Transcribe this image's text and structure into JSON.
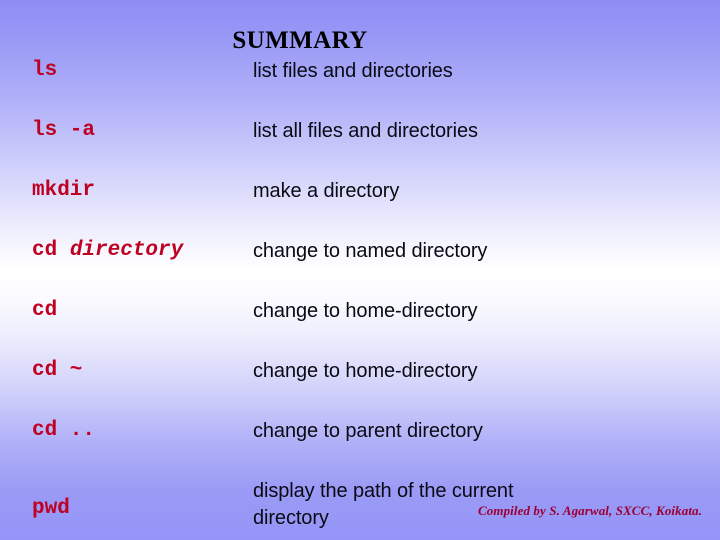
{
  "slide": {
    "title": "SUMMARY",
    "background": {
      "type": "linear-gradient-vertical",
      "top_color": "#8d8df5",
      "middle_color": "#ffffff",
      "bottom_color": "#9595f8"
    },
    "command_color": "#bf0022",
    "description_color": "#0a0a14",
    "title_color": "#000000",
    "footer_color": "#9c0033"
  },
  "rows": [
    {
      "command": "ls",
      "command_prefix": "ls",
      "command_arg": "",
      "description": "list files and directories",
      "description_line2": ""
    },
    {
      "command": "ls -a",
      "command_prefix": "ls -a",
      "command_arg": "",
      "description": "list all files and directories",
      "description_line2": ""
    },
    {
      "command": "mkdir",
      "command_prefix": "mkdir",
      "command_arg": "",
      "description": "make a directory",
      "description_line2": ""
    },
    {
      "command": "cd directory",
      "command_prefix": "cd ",
      "command_arg": "directory",
      "description": "change to named directory",
      "description_line2": ""
    },
    {
      "command": "cd",
      "command_prefix": "cd",
      "command_arg": "",
      "description": "change to home-directory",
      "description_line2": ""
    },
    {
      "command": "cd ~",
      "command_prefix": "cd ~",
      "command_arg": "",
      "description": "change to home-directory",
      "description_line2": ""
    },
    {
      "command": "cd ..",
      "command_prefix": "cd ..",
      "command_arg": "",
      "description": "change to parent directory",
      "description_line2": ""
    },
    {
      "command": "pwd",
      "command_prefix": "pwd",
      "command_arg": "",
      "description": "display the path of the current",
      "description_line2": "directory"
    }
  ],
  "footer": {
    "text": "Compiled by S. Agarwal, SXCC, Koikata."
  }
}
